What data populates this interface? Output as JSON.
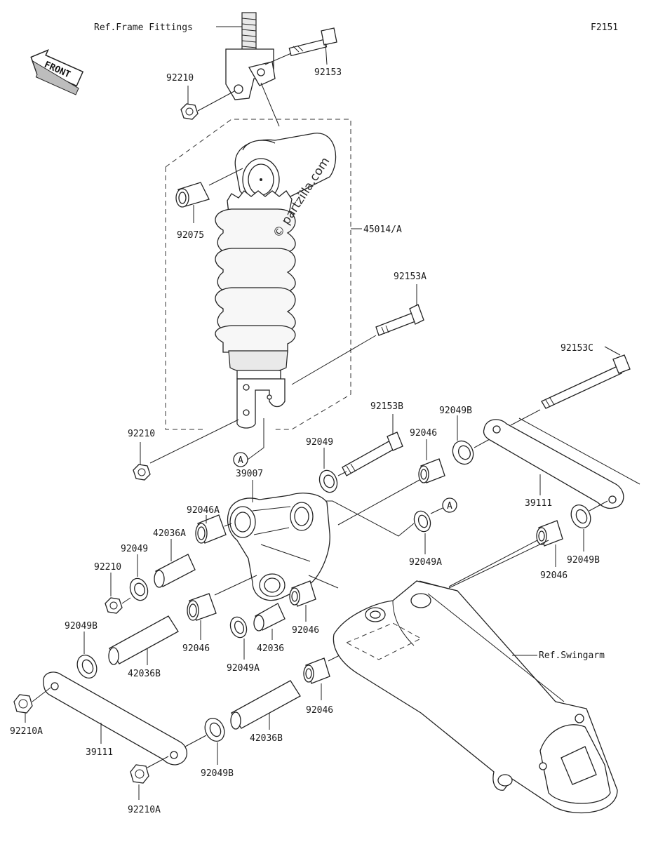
{
  "figure_code": "F2151",
  "watermark": "© partzilla.com",
  "front_arrow": "FRONT",
  "refs": {
    "frame_fittings": "Ref.Frame Fittings",
    "swingarm": "Ref.Swingarm"
  },
  "callout_a": "A",
  "parts": {
    "p92153": "92153",
    "p92210_top": "92210",
    "p92075": "92075",
    "p45014": "45014/A",
    "p92153A": "92153A",
    "p92153C": "92153C",
    "p92210_mid": "92210",
    "p92153B": "92153B",
    "p92049B_top": "92049B",
    "p92049": "92049",
    "p92046_top": "92046",
    "p39007": "39007",
    "p39111_right": "39111",
    "p92046A": "92046A",
    "p42036A": "42036A",
    "p92049_left": "92049",
    "p92210_left": "92210",
    "p92049A_right": "92049A",
    "p92049B_right": "92049B",
    "p92046_right": "92046",
    "p92049B_left": "92049B",
    "p92046_center": "92046",
    "p42036": "42036",
    "p92046_mid": "92046",
    "p42036B_left": "42036B",
    "p92049A_bottom": "92049A",
    "p92046_low": "92046",
    "p92210A_left": "92210A",
    "p39111_left": "39111",
    "p42036B_bottom": "42036B",
    "p92049B_bottom": "92049B",
    "p92210A_bottom": "92210A"
  }
}
